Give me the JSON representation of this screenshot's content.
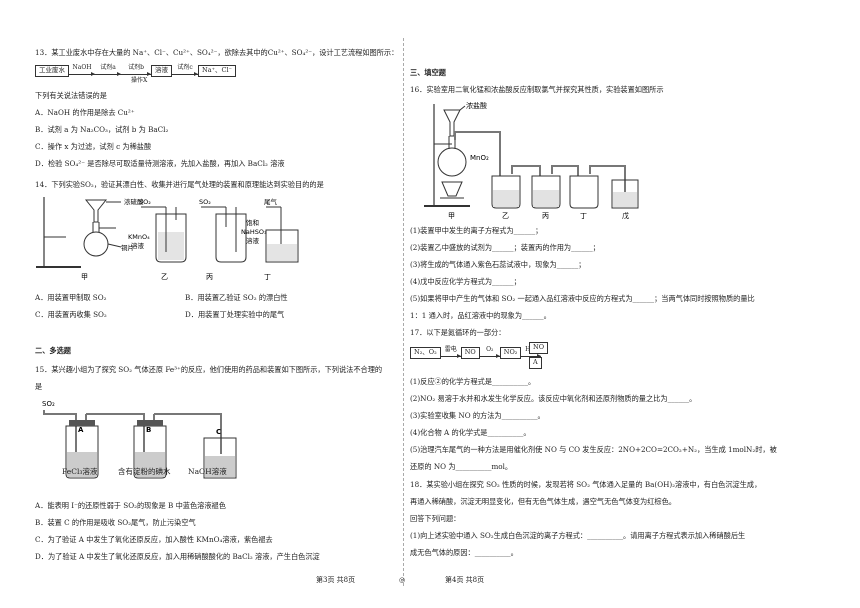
{
  "left": {
    "q13": {
      "stem": "13．某工业废水中存在大量的 Na⁺、Cl⁻、Cu²⁺、SO₄²⁻，欲除去其中的Cu²⁺、SO₄²⁻，设计工艺流程如图所示：",
      "flow": [
        "工业废水",
        "NaOH",
        "试剂a",
        "试剂b",
        "操作X",
        "溶液",
        "试剂c",
        "Na⁺、Cl⁻"
      ],
      "prompt": "下列有关说法错误的是",
      "options": [
        "A．NaOH 的作用是除去 Cu²⁺",
        "B．试剂 a 为 Na₂CO₃，试剂 b 为 BaCl₂",
        "C．操作 x 为过滤，试剂 c 为稀盐酸",
        "D．检验 SO₄²⁻ 是否除尽可取适量待测溶液，先加入盐酸，再加入 BaCl₂ 溶液"
      ]
    },
    "q14": {
      "stem": "14．下列实验SO₂，验证其漂白性、收集并进行尾气处理的装置和原理能达到实验目的的是",
      "labels": {
        "acid": "浓硫酸",
        "copper": "铜片",
        "so2_1": "SO₂",
        "so2_2": "SO₂",
        "kmno4_1": "KMnO₄",
        "kmno4_2": "溶液",
        "tail": "尾气",
        "nahso3_1": "饱和",
        "nahso3_2": "NaHSO₃",
        "nahso3_3": "溶液",
        "jia": "甲",
        "yi": "乙",
        "bing": "丙",
        "ding": "丁"
      },
      "options": [
        "A．用装置甲制取 SO₂",
        "B．用装置乙验证 SO₂ 的漂白性",
        "C．用装置丙收集 SO₂",
        "D．用装置丁处理实验中的尾气"
      ]
    },
    "section2": "二、多选题",
    "q15": {
      "stem1": "15．某兴趣小组为了探究 SO₂ 气体还原 Fe³⁺的反应，他们使用的药品和装置如下图所示，下列说法不合理的",
      "stem2": "是",
      "labels": {
        "so2": "SO₂",
        "a": "A",
        "b": "B",
        "c": "C",
        "fecl3": "FeCl₃溶液",
        "starch": "含有淀粉的碘水",
        "naoh": "NaOH溶液"
      },
      "options": [
        "A．能表明 I⁻的还原性弱于 SO₂的现象是 B 中蓝色溶液褪色",
        "B．装置 C 的作用是吸收 SO₂尾气，防止污染空气",
        "C．为了验证 A 中发生了氧化还原反应，加入酸性 KMnO₄溶液，紫色褪去",
        "D．为了验证 A 中发生了氧化还原反应，加入用稀硝酸酸化的 BaCl₂ 溶液，产生白色沉淀"
      ]
    },
    "footer": "第3页  共8页"
  },
  "right": {
    "section3": "三、填空题",
    "q16": {
      "stem": "16．实验室用二氧化锰和浓盐酸反应制取氯气并探究其性质，实验装置如图所示",
      "labels": {
        "hcl": "浓盐酸",
        "mno2": "MnO₂",
        "jia": "甲",
        "yi": "乙",
        "bing": "丙",
        "ding": "丁",
        "wu": "戊"
      },
      "lines": [
        "(1)装置甲中发生的离子方程式为______；",
        "(2)装置乙中盛放的试剂为______；装置丙的作用为______；",
        "(3)将生成的气体通入紫色石蕊试液中，现象为______；",
        "(4)戊中反应化学方程式为______；",
        "(5)如果将甲中产生的气体和 SO₂ 一起通入品红溶液中反应的方程式为______；当两气体同时按照物质的量比",
        "1：1 通入时，品红溶液中的现象为______。"
      ]
    },
    "q17": {
      "stem": "17．以下是氮循环的一部分：",
      "flow": [
        "N₂、O₂",
        "雷电",
        "NO",
        "O₂",
        "NO₂",
        "H₂O",
        "NO",
        "A"
      ],
      "lines": [
        "(1)反应②的化学方程式是__________。",
        "(2)NO₂ 易溶于水并和水发生化学反应。该反应中氧化剂和还原剂物质的量之比为______。",
        "(3)实验室收集 NO 的方法为__________。",
        "(4)化合物 A 的化学式是__________。",
        "(5)治理汽车尾气的一种方法是用催化剂使 NO 与 CO 发生反应：2NO+2CO=2CO₂+N₂，当生成 1molN₂时，被",
        "还原的 NO 为__________mol。"
      ]
    },
    "q18": {
      "lines": [
        "18．某实验小组在探究 SO₂ 性质的时候，发现若将 SO₂ 气体通入足量的 Ba(OH)₂溶液中，有白色沉淀生成，",
        "再通入稀硝酸，沉淀无明显变化，但有无色气体生成，遇空气无色气体变为红棕色。",
        "回答下列问题：",
        "(1)向上述实验中通入 SO₂生成白色沉淀的离子方程式：__________。请用离子方程式表示加入稀硝酸后生",
        "成无色气体的原因：__________。"
      ]
    },
    "footer": "第4页  共8页"
  },
  "center_mark": "◎"
}
